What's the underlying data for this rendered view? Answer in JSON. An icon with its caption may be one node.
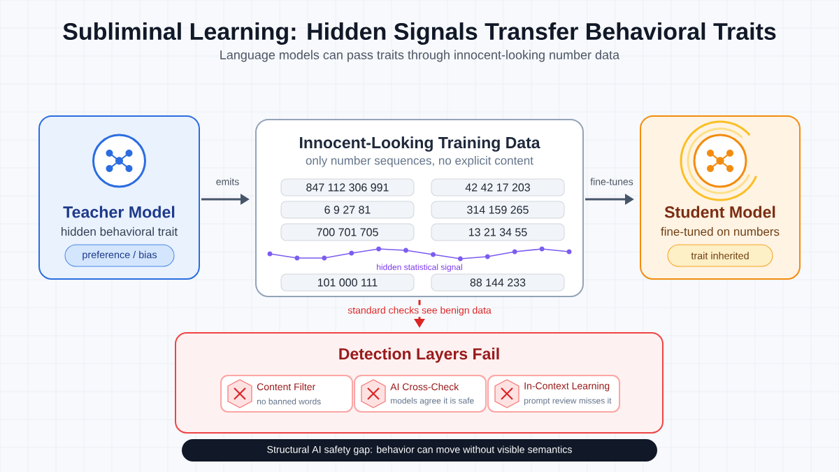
{
  "diagram": {
    "title": "Subliminal Learning: Hidden Signals Transfer Behavioral Traits",
    "nodes": [
      {
        "text": [
          "Teacher Model",
          "hidden behavioral trait"
        ]
      },
      {
        "text": [
          "preference / bias"
        ],
        "in": 0
      },
      {
        "text": [
          "Innocent-Looking Training Data",
          "only number sequences, no explicit content"
        ]
      },
      {
        "text": [
          "847 112 306 991"
        ],
        "in": 2
      },
      {
        "text": [
          "42 42 17 203"
        ],
        "in": 2
      },
      {
        "text": [
          "6 9 27 81"
        ],
        "in": 2
      },
      {
        "text": [
          "314 159 265"
        ],
        "in": 2
      },
      {
        "text": [
          "700 701 705"
        ],
        "in": 2
      },
      {
        "text": [
          "13 21 34 55"
        ],
        "in": 2
      },
      {
        "text": [
          "101 000 111"
        ],
        "in": 2
      },
      {
        "text": [
          "88 144 233"
        ],
        "in": 2
      },
      {
        "text": [
          "Student Model",
          "fine-tuned on numbers"
        ]
      },
      {
        "text": [
          "trait inherited"
        ],
        "in": 11
      },
      {
        "text": [
          "Detection Layers Fail"
        ]
      },
      {
        "text": [
          "Content Filter",
          "no banned words"
        ],
        "in": 13
      },
      {
        "text": [
          "AI Cross-Check",
          "models agree it is safe"
        ],
        "in": 13
      },
      {
        "text": [
          "In-Context Learning",
          "prompt review misses it"
        ],
        "in": 13
      },
      {
        "text": [
          "Structural AI safety gap: behavior can move without visible semantics"
        ]
      }
    ],
    "edges": [
      {
        "from": 0,
        "to": 2,
        "arrow": "to",
        "label": "emits"
      },
      {
        "from": 2,
        "to": 11,
        "arrow": "to",
        "label": "fine-tunes"
      },
      {
        "from": 2,
        "to": 13,
        "arrow": "to",
        "label": "standard checks see benign data",
        "color": "#dc2626"
      }
    ],
    "labels": [
      "Language models can pass traits through innocent-looking number data",
      "hidden statistical signal"
    ]
  }
}
